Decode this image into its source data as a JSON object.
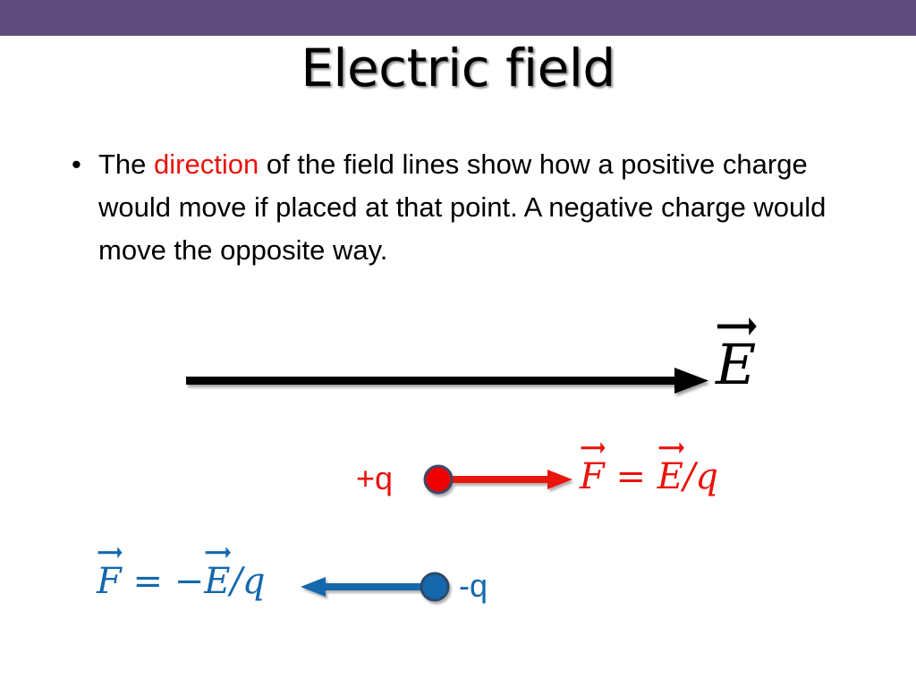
{
  "slide": {
    "title": "Electric field",
    "header_color": "#5d4c7d",
    "background_color": "#ffffff"
  },
  "body": {
    "bullet_marker": "•",
    "text_before_highlight": "The ",
    "highlight_word": "direction",
    "highlight_color": "#e8140c",
    "text_after_highlight": " of the field lines show how a positive charge would move if placed at that point.  A negative charge would move the opposite way."
  },
  "diagram": {
    "field_arrow": {
      "name": "electric-field-line",
      "color": "#000000",
      "direction": "right"
    },
    "field_label": {
      "symbol": "E",
      "has_vector_arrow": true,
      "color": "#000000"
    },
    "positive_charge": {
      "label": "+q",
      "color": "#e8140c",
      "dot_fill": "#ee0000",
      "dot_stroke": "#3a4a6a",
      "force_arrow_direction": "right",
      "equation": {
        "lhs": "F",
        "equals": "=",
        "rhs_numerator": "E",
        "slash": "/",
        "rhs_denominator": "q"
      }
    },
    "negative_charge": {
      "label": "-q",
      "color": "#1368ad",
      "dot_fill": "#1368ad",
      "dot_stroke": "#2d4a6b",
      "force_arrow_direction": "left",
      "equation": {
        "lhs": "F",
        "equals": "=",
        "minus": "−",
        "rhs_numerator": "E",
        "slash": "/",
        "rhs_denominator": "q"
      }
    }
  }
}
